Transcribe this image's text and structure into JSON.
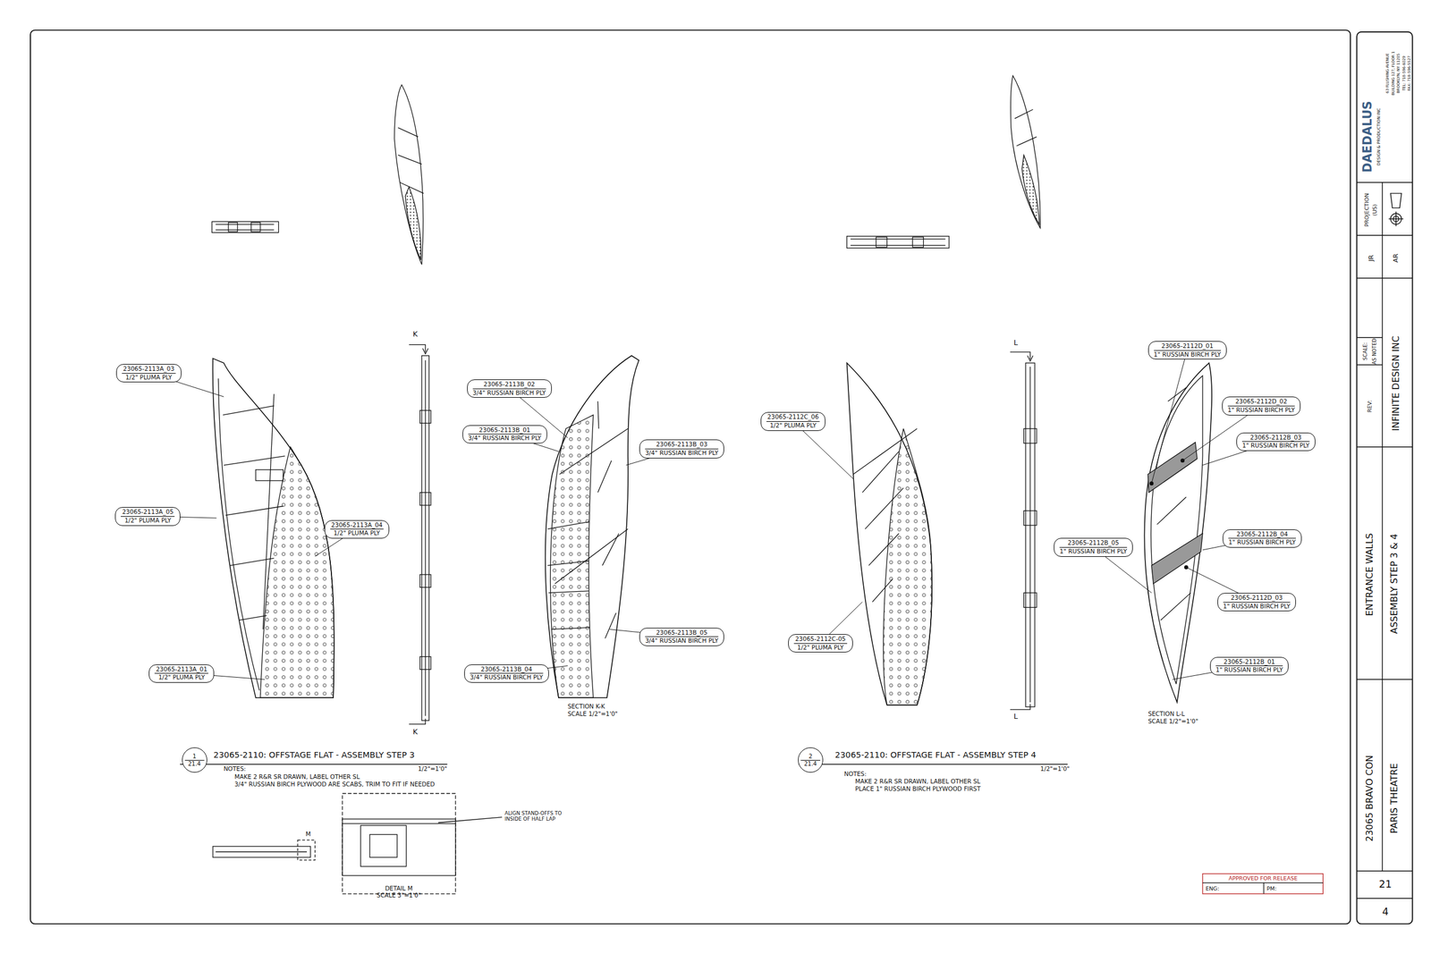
{
  "diagram": {
    "nodes": [
      {
        "text": [
          "23065-2113A_03",
          "1/2\" PLUMA PLY"
        ]
      },
      {
        "text": [
          "23065-2113A_05",
          "1/2\" PLUMA PLY"
        ]
      },
      {
        "text": [
          "23065-2113A_04",
          "1/2\" PLUMA PLY"
        ]
      },
      {
        "text": [
          "23065-2113A_01",
          "1/2\" PLUMA PLY"
        ]
      },
      {
        "text": [
          "23065-2113B_02",
          "3/4\" RUSSIAN BIRCH PLY"
        ]
      },
      {
        "text": [
          "23065-2113B_01",
          "3/4\" RUSSIAN BIRCH PLY"
        ]
      },
      {
        "text": [
          "23065-2113B_03",
          "3/4\" RUSSIAN BIRCH PLY"
        ]
      },
      {
        "text": [
          "23065-2113B_05",
          "3/4\" RUSSIAN BIRCH PLY"
        ]
      },
      {
        "text": [
          "23065-2113B_04",
          "3/4\" RUSSIAN BIRCH PLY"
        ]
      },
      {
        "text": [
          "23065-2112C_06",
          "1/2\" PLUMA PLY"
        ]
      },
      {
        "text": [
          "23065-2112C-05",
          "1/2\" PLUMA PLY"
        ]
      },
      {
        "text": [
          "23065-2112D_01",
          "1\" RUSSIAN BIRCH PLY"
        ]
      },
      {
        "text": [
          "23065-2112D_02",
          "1\" RUSSIAN BIRCH PLY"
        ]
      },
      {
        "text": [
          "23065-2112B_03",
          "1\" RUSSIAN BIRCH PLY"
        ]
      },
      {
        "text": [
          "23065-2112B_05",
          "1\" RUSSIAN BIRCH PLY"
        ]
      },
      {
        "text": [
          "23065-2112B_04",
          "1\" RUSSIAN BIRCH PLY"
        ]
      },
      {
        "text": [
          "23065-2112D_03",
          "1\" RUSSIAN BIRCH PLY"
        ]
      },
      {
        "text": [
          "23065-2112B_01",
          "1\" RUSSIAN BIRCH PLY"
        ]
      },
      {
        "text": [
          "1",
          "21.4"
        ]
      },
      {
        "text": [
          "2",
          "21.4"
        ]
      }
    ],
    "labels": [
      "K",
      "K",
      "SECTION K-K",
      "SCALE 1/2\"=1'0\"",
      "L",
      "L",
      "SECTION L-L",
      "SCALE 1/2\"=1'0\"",
      "23065-2110: OFFSTAGE FLAT - ASSEMBLY STEP 3",
      "1/2\"=1'0\"",
      "NOTES:",
      "MAKE 2 R&R SR DRAWN, LABEL OTHER SL",
      "3/4\" RUSSIAN BIRCH PLYWOOD ARE SCABS, TRIM TO FIT IF NEEDED",
      "M",
      "ALIGN STAND-OFFS TO INSIDE OF HALF LAP",
      "DETAIL M",
      "SCALE 3\"=1'0\"",
      "23065-2110: OFFSTAGE FLAT - ASSEMBLY STEP 4",
      "1/2\"=1'0\"",
      "NOTES:",
      "MAKE 2 R&R SR DRAWN, LABEL OTHER SL",
      "PLACE 1\" RUSSIAN BIRCH PLYWOOD FIRST",
      "APPROVED FOR RELEASE",
      "ENG:",
      "PM:",
      "DAEDALUS",
      "DESIGN & PRODUCTION INC",
      "63 FLUSHING AVENUE",
      "BUILDING 127, FLOOR 1",
      "BROOKLYN, NY 11205",
      "TEL: 718-596-6029",
      "FAX: 718-596-5527",
      "PROJECTION",
      "(US)",
      "JR",
      "AR",
      "SCALE:",
      "AS NOTED",
      "REV:",
      "INFINITE DESIGN INC",
      "ENTRANCE WALLS",
      "ASSEMBLY STEP 3 & 4",
      "23065 BRAVO CON",
      "PARIS THEATRE",
      "21",
      "4"
    ]
  }
}
